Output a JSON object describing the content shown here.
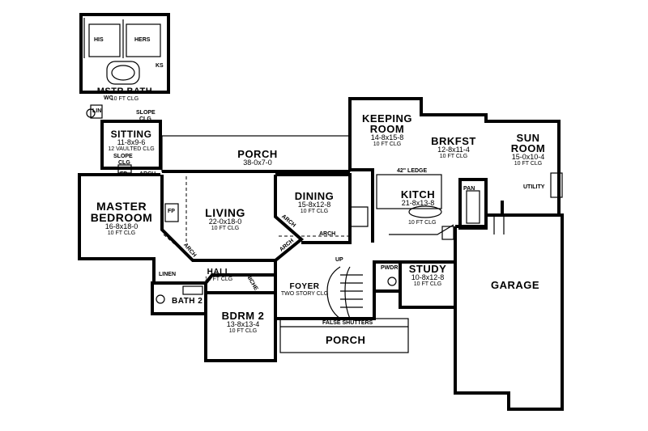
{
  "rooms": {
    "master_bedroom": {
      "name_1": "MASTER",
      "name_2": "BEDROOM",
      "dim": "16-8x18-0",
      "clg": "10 FT CLG"
    },
    "mstr_bath": {
      "name": "MSTR BATH",
      "clg": "10 FT CLG"
    },
    "sitting": {
      "name": "SITTING",
      "dim": "11-8x9-6",
      "clg": "12 VAULTED CLG"
    },
    "porch_rear": {
      "name": "PORCH",
      "dim": "38-0x7-0"
    },
    "living": {
      "name": "LIVING",
      "dim": "22-0x18-0",
      "clg": "10 FT CLG"
    },
    "dining": {
      "name": "DINING",
      "dim": "15-8x12-8",
      "clg": "10 FT CLG"
    },
    "keeping_room": {
      "name_1": "KEEPING",
      "name_2": "ROOM",
      "dim": "14-8x15-8",
      "clg": "10 FT CLG"
    },
    "brkfst": {
      "name": "BRKFST",
      "dim": "12-8x11-4",
      "clg": "10 FT CLG"
    },
    "sun_room": {
      "name_1": "SUN",
      "name_2": "ROOM",
      "dim": "15-0x10-4",
      "clg": "10 FT CLG"
    },
    "kitchen": {
      "name": "KITCH",
      "dim": "21-8x13-8",
      "clg": "10 FT CLG"
    },
    "study": {
      "name": "STUDY",
      "dim": "10-8x12-8",
      "clg": "10 FT CLG"
    },
    "garage": {
      "name": "GARAGE"
    },
    "foyer": {
      "name": "FOYER",
      "clg": "TWO STORY CLG"
    },
    "hall": {
      "name": "HALL",
      "clg": "10 FT CLG"
    },
    "bdrm2": {
      "name": "BDRM 2",
      "dim": "13-8x13-4",
      "clg": "10 FT CLG"
    },
    "bath2": {
      "name": "BATH 2"
    },
    "porch_front": {
      "name": "PORCH"
    }
  },
  "notes": {
    "his": "HIS",
    "hers": "HERS",
    "ks": "KS",
    "lin": "LIN",
    "wc": "WC",
    "slope_clg_1": "SLOPE",
    "slope_clg_1b": "CLG",
    "slope_clg_2": "SLOPE",
    "slope_clg_2b": "CLG",
    "fp_sitting": "FP",
    "arch_sitting": "ARCH",
    "fp_living": "FP",
    "arch_living": "ARCH",
    "arch_dining_1": "ARCH",
    "arch_dining_2": "ARCH",
    "arch_hall": "ARCH",
    "niche": "NICHE",
    "linen": "LINEN",
    "ledge": "42\" LEDGE",
    "pan": "PAN",
    "utility": "UTILITY",
    "pwdr": "PWDR",
    "up": "UP",
    "false_shutters": "FALSE SHUTTERS"
  },
  "colors": {
    "ink": "#000000",
    "paper": "#ffffff"
  }
}
